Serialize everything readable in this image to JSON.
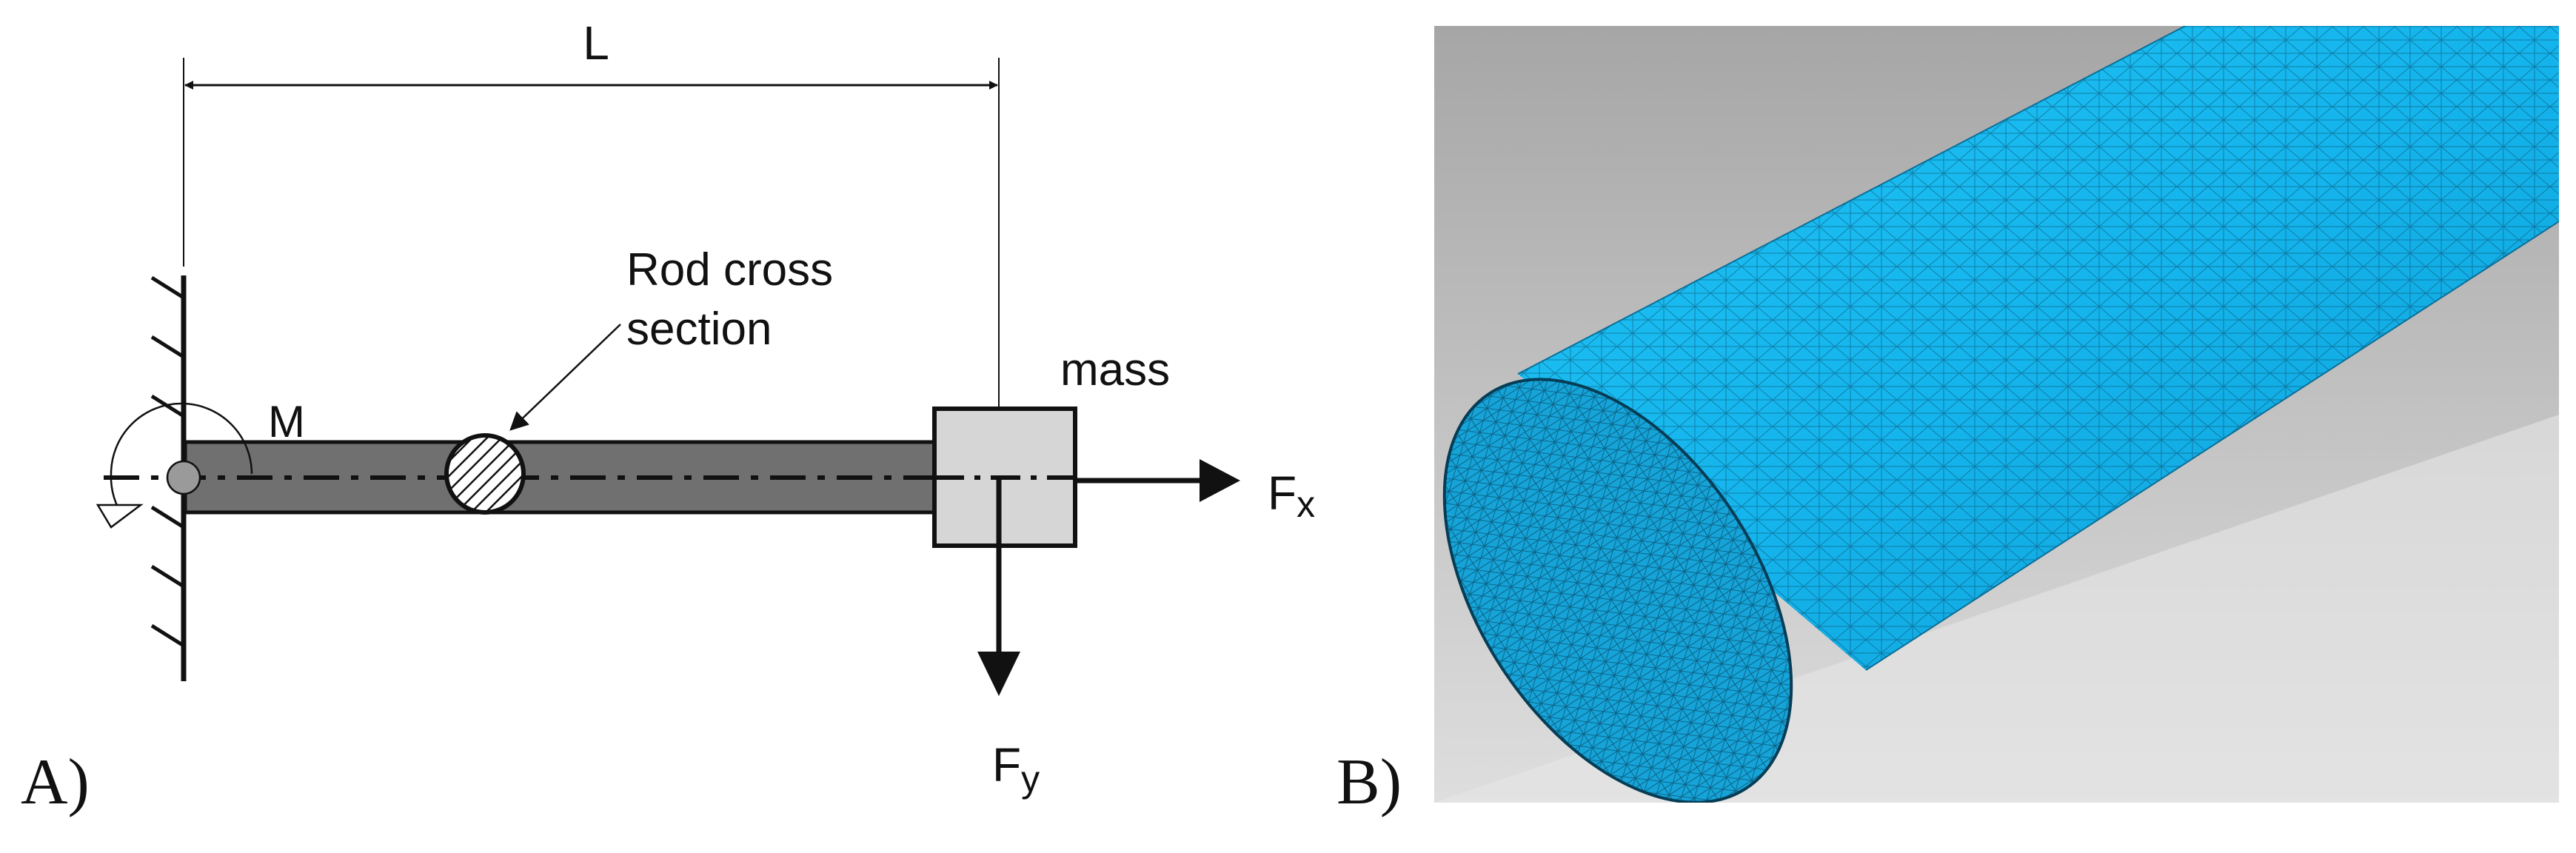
{
  "panel_a": {
    "letter": "A)",
    "labels": {
      "length": "L",
      "rod_cross_section_line1": "Rod cross",
      "rod_cross_section_line2": "section",
      "mass": "mass",
      "moment": "M",
      "force_x_main": "F",
      "force_x_sub": "x",
      "force_y_main": "F",
      "force_y_sub": "y"
    }
  },
  "panel_b": {
    "letter": "B)"
  },
  "colors": {
    "rod": "#707070",
    "mass_fill": "#d6d6d6",
    "line": "#111111",
    "mesh_cylinder": "#1ab7ee",
    "mesh_end_face": "#15a3d8",
    "background_gray_top": "#a6a6a6",
    "background_gray_bottom": "#dedede"
  }
}
